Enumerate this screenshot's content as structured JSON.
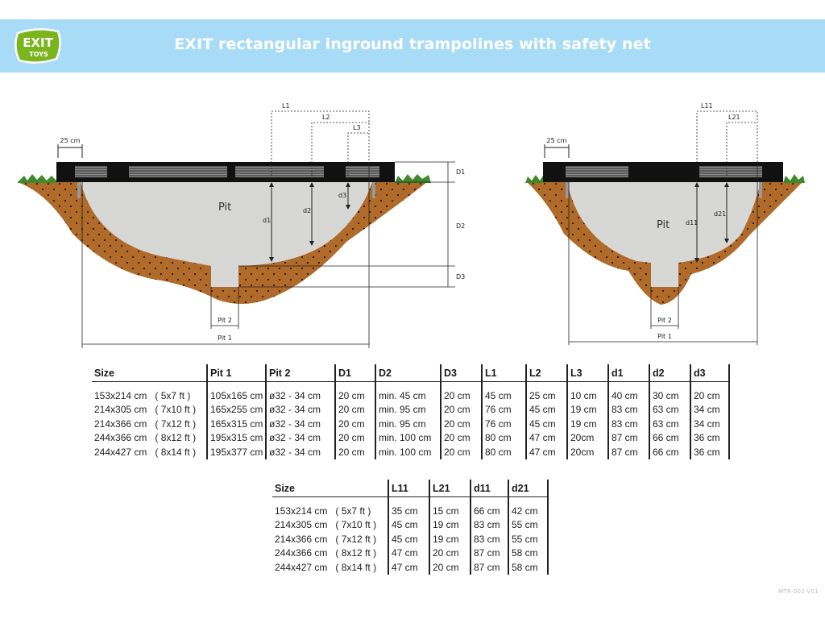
{
  "header": {
    "logo_line1": "EXIT",
    "logo_line2": "TOYS",
    "title": "EXIT rectangular inground trampolines with safety net"
  },
  "colors": {
    "banner": "#a8dcf6",
    "logo_green": "#7ab51d",
    "soil": "#b06a2a",
    "pit": "#d7d7d5",
    "frame": "#111111",
    "grass": "#3c8a2a"
  },
  "diagram_left": {
    "labels": {
      "edge": "25 cm",
      "pit": "Pit",
      "L1": "L1",
      "L2": "L2",
      "L3": "L3",
      "d1": "d1",
      "d2": "d2",
      "d3": "d3",
      "D1": "D1",
      "D2": "D2",
      "D3": "D3",
      "pit1": "Pit 1",
      "pit2": "Pit 2"
    }
  },
  "diagram_right": {
    "labels": {
      "edge": "25 cm",
      "pit": "Pit",
      "L11": "L11",
      "L21": "L21",
      "d11": "d11",
      "d21": "d21",
      "pit1": "Pit 1",
      "pit2": "Pit 2"
    }
  },
  "table1": {
    "headers": [
      "Size",
      "Pit 1",
      "Pit 2",
      "D1",
      "D2",
      "D3",
      "L1",
      "L2",
      "L3",
      "d1",
      "d2",
      "d3"
    ],
    "rows": [
      {
        "size": "153x214 cm",
        "ft": "( 5x7 ft )",
        "cells": [
          "105x165 cm",
          "ø32 - 34 cm",
          "20 cm",
          "min. 45 cm",
          "20 cm",
          "45 cm",
          "25 cm",
          "10 cm",
          "40 cm",
          "30 cm",
          "20 cm"
        ]
      },
      {
        "size": "214x305 cm",
        "ft": "( 7x10 ft )",
        "cells": [
          "165x255 cm",
          "ø32 - 34 cm",
          "20 cm",
          "min. 95 cm",
          "20 cm",
          "76 cm",
          "45 cm",
          "19 cm",
          "83 cm",
          "63 cm",
          "34 cm"
        ]
      },
      {
        "size": "214x366 cm",
        "ft": "( 7x12 ft )",
        "cells": [
          "165x315 cm",
          "ø32 - 34 cm",
          "20 cm",
          "min. 95 cm",
          "20 cm",
          "76 cm",
          "45 cm",
          "19 cm",
          "83 cm",
          "63 cm",
          "34 cm"
        ]
      },
      {
        "size": "244x366 cm",
        "ft": "( 8x12 ft )",
        "cells": [
          "195x315 cm",
          "ø32 - 34 cm",
          "20 cm",
          "min. 100 cm",
          "20 cm",
          "80 cm",
          "47 cm",
          "20cm",
          "87 cm",
          "66 cm",
          "36 cm"
        ]
      },
      {
        "size": "244x427 cm",
        "ft": "( 8x14 ft )",
        "cells": [
          "195x377 cm",
          "ø32 - 34 cm",
          "20 cm",
          "min. 100 cm",
          "20 cm",
          "80 cm",
          "47 cm",
          "20cm",
          "87 cm",
          "66 cm",
          "36 cm"
        ]
      }
    ]
  },
  "table2": {
    "headers": [
      "Size",
      "L11",
      "L21",
      "d11",
      "d21"
    ],
    "rows": [
      {
        "size": "153x214 cm",
        "ft": "( 5x7 ft )",
        "cells": [
          "35 cm",
          "15 cm",
          "66 cm",
          "42 cm"
        ]
      },
      {
        "size": "214x305 cm",
        "ft": "( 7x10 ft )",
        "cells": [
          "45 cm",
          "19 cm",
          "83 cm",
          "55 cm"
        ]
      },
      {
        "size": "214x366 cm",
        "ft": "( 7x12 ft )",
        "cells": [
          "45 cm",
          "19 cm",
          "83 cm",
          "55 cm"
        ]
      },
      {
        "size": "244x366 cm",
        "ft": "( 8x12 ft )",
        "cells": [
          "47 cm",
          "20 cm",
          "87 cm",
          "58 cm"
        ]
      },
      {
        "size": "244x427 cm",
        "ft": "( 8x14 ft )",
        "cells": [
          "47 cm",
          "20 cm",
          "87 cm",
          "58 cm"
        ]
      }
    ]
  },
  "footer": {
    "doc_code": "MTR-002-V01"
  }
}
